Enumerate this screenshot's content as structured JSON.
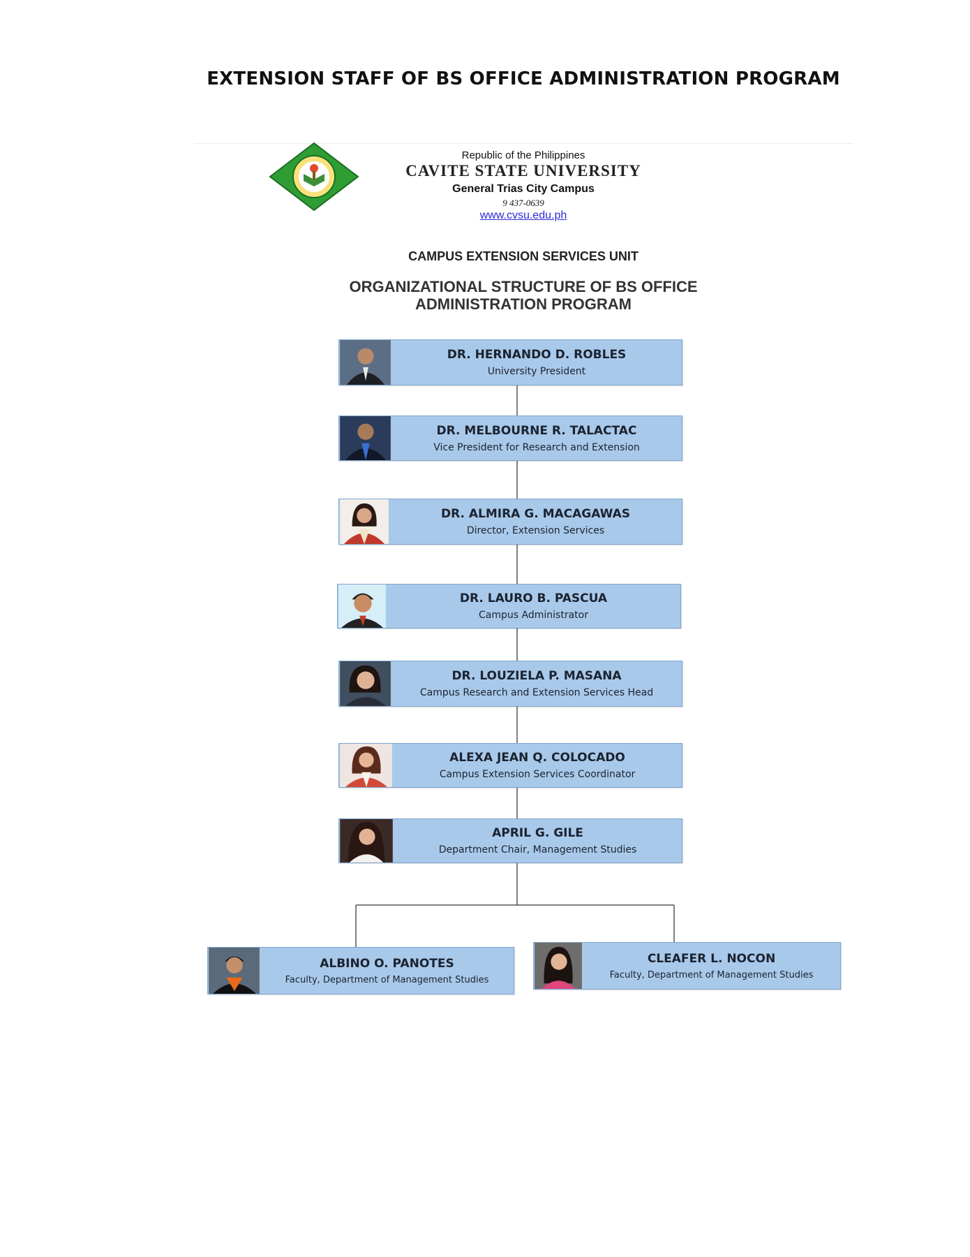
{
  "page_title": "EXTENSION STAFF OF BS OFFICE ADMINISTRATION PROGRAM",
  "letterhead": {
    "republic": "Republic of the Philippines",
    "university": "CAVITE STATE UNIVERSITY",
    "campus": "General Trias City Campus",
    "phone": "9 437-0639",
    "url": "www.cvsu.edu.ph"
  },
  "unit_title": "CAMPUS EXTENSION SERVICES UNIT",
  "org_title_line1": "ORGANIZATIONAL STRUCTURE OF BS OFFICE",
  "org_title_line2": "ADMINISTRATION PROGRAM",
  "colors": {
    "box_fill": "#a9c9ea",
    "box_border": "#7ea6cf",
    "logo_green": "#2e9e34"
  },
  "staff": [
    {
      "name": "DR. HERNANDO D. ROBLES",
      "role": "University President",
      "photo_icon": "person-photo-icon"
    },
    {
      "name": "DR. MELBOURNE R. TALACTAC",
      "role": "Vice President for Research and Extension",
      "photo_icon": "person-photo-icon"
    },
    {
      "name": "DR. ALMIRA G. MACAGAWAS",
      "role": "Director, Extension Services",
      "photo_icon": "person-photo-icon"
    },
    {
      "name": "DR. LAURO B. PASCUA",
      "role": "Campus Administrator",
      "photo_icon": "person-photo-icon"
    },
    {
      "name": "DR. LOUZIELA P. MASANA",
      "role": "Campus Research and Extension Services Head",
      "photo_icon": "person-photo-icon"
    },
    {
      "name": "ALEXA JEAN Q. COLOCADO",
      "role": "Campus  Extension Services Coordinator",
      "photo_icon": "person-photo-icon"
    },
    {
      "name": "APRIL G. GILE",
      "role": "Department Chair, Management Studies",
      "photo_icon": "person-photo-icon"
    },
    {
      "name": "ALBINO O. PANOTES",
      "role": "Faculty, Department of Management Studies",
      "photo_icon": "person-photo-icon"
    },
    {
      "name": "CLEAFER L. NOCON",
      "role": "Faculty, Department of Management Studies",
      "photo_icon": "person-photo-icon"
    }
  ]
}
